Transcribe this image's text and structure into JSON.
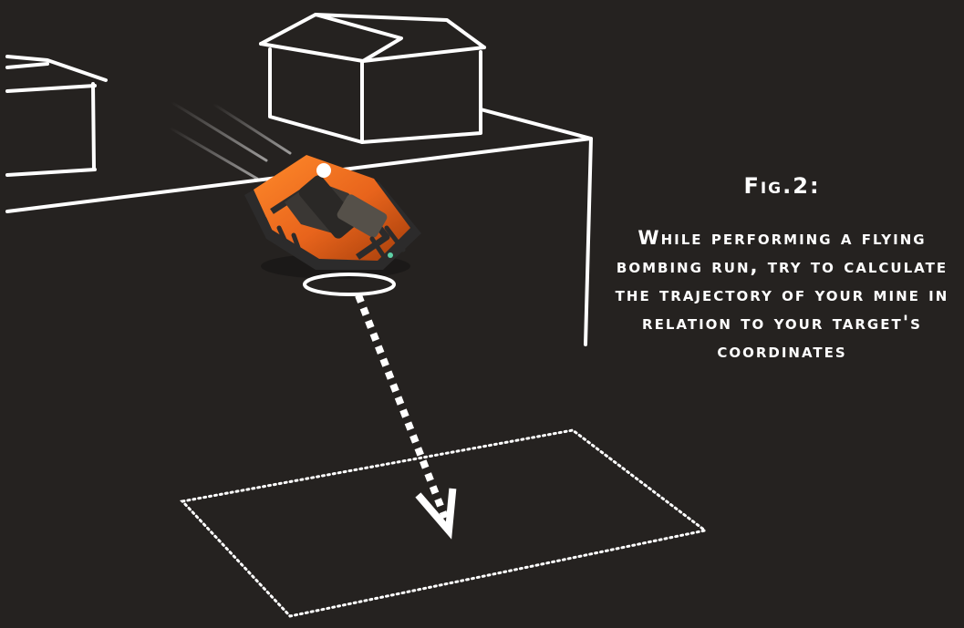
{
  "figure": {
    "label": "Fig.2:",
    "body": "While performing a flying bombing run, try to calculate the trajectory of your mine in relation to your target's coordinates"
  },
  "colors": {
    "background": "#252220",
    "line": "#ffffff",
    "tank_primary": "#e8641c",
    "tank_armor": "#2c2b2b"
  },
  "icons": {
    "tank": "orange-hover-tank-icon",
    "mine_marker": "mine-dot-icon",
    "target_area": "dotted-target-zone",
    "trajectory": "dashed-arrow"
  }
}
